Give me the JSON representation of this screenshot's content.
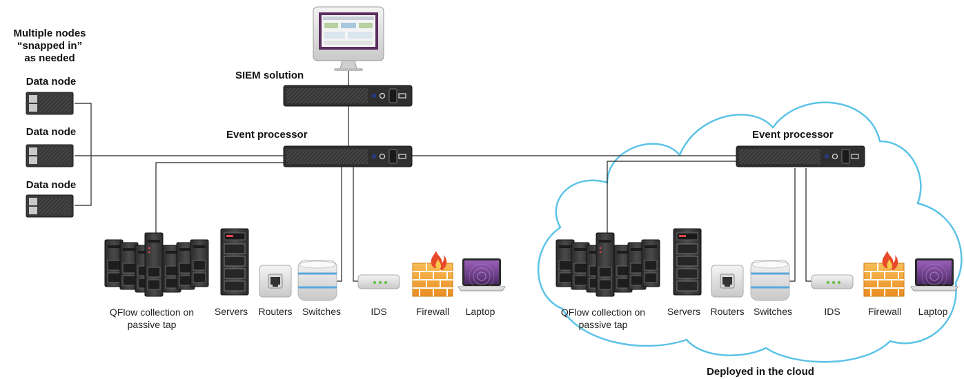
{
  "labels": {
    "multiple_nodes": [
      "Multiple nodes",
      "“snapped in”",
      "as needed"
    ],
    "data_node_1": "Data node",
    "data_node_2": "Data node",
    "data_node_3": "Data node",
    "siem_solution": "SIEM solution",
    "event_processor_left": "Event processor",
    "event_processor_right": "Event processor",
    "deployed_in_cloud": "Deployed in the cloud"
  },
  "device_groups": [
    {
      "qflow": [
        "QFlow collection on",
        "passive tap"
      ],
      "servers": "Servers",
      "routers": "Routers",
      "switches": "Switches",
      "ids": "IDS",
      "firewall": "Firewall",
      "laptop": "Laptop"
    },
    {
      "qflow": [
        "QFlow collection on",
        "passive tap"
      ],
      "servers": "Servers",
      "routers": "Routers",
      "switches": "Switches",
      "ids": "IDS",
      "firewall": "Firewall",
      "laptop": "Laptop"
    }
  ],
  "colors": {
    "cloud_outline": "#5bc3e6",
    "connector": "#222222",
    "appliance": "#3a3a3a",
    "monitor_screen": "#6a3a6e",
    "firewall_brick": "#f2a43a",
    "flame": "#e8492a",
    "laptop_screen": "#7a4aa0",
    "switch_stripe": "#5aa8dc",
    "ids_led": "#6cc04a"
  },
  "icons": [
    "monitor-icon",
    "appliance-icon",
    "data-node-icon",
    "server-rack-icon",
    "router-icon",
    "switch-icon",
    "ids-icon",
    "firewall-icon",
    "laptop-icon",
    "cloud-icon"
  ]
}
